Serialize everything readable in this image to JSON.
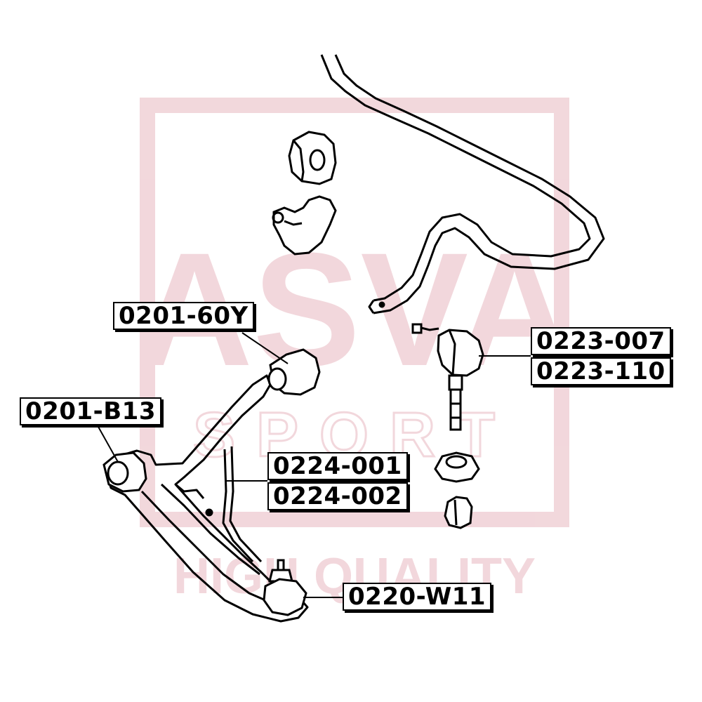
{
  "watermark": {
    "brand": "ASVA",
    "sub": "SPORT",
    "tagline": "HIGH QUALITY",
    "color": "#e8b8c0"
  },
  "part_labels": [
    {
      "id": "0201-60Y",
      "text": "0201-60Y"
    },
    {
      "id": "0201-B13",
      "text": "0201-B13"
    },
    {
      "id": "0223-007",
      "text": "0223-007"
    },
    {
      "id": "0223-110",
      "text": "0223-110"
    },
    {
      "id": "0224-001",
      "text": "0224-001"
    },
    {
      "id": "0224-002",
      "text": "0224-002"
    },
    {
      "id": "0220-W11",
      "text": "0220-W11"
    }
  ],
  "colors": {
    "line": "#000000",
    "label_border": "#000000",
    "background": "#ffffff"
  }
}
